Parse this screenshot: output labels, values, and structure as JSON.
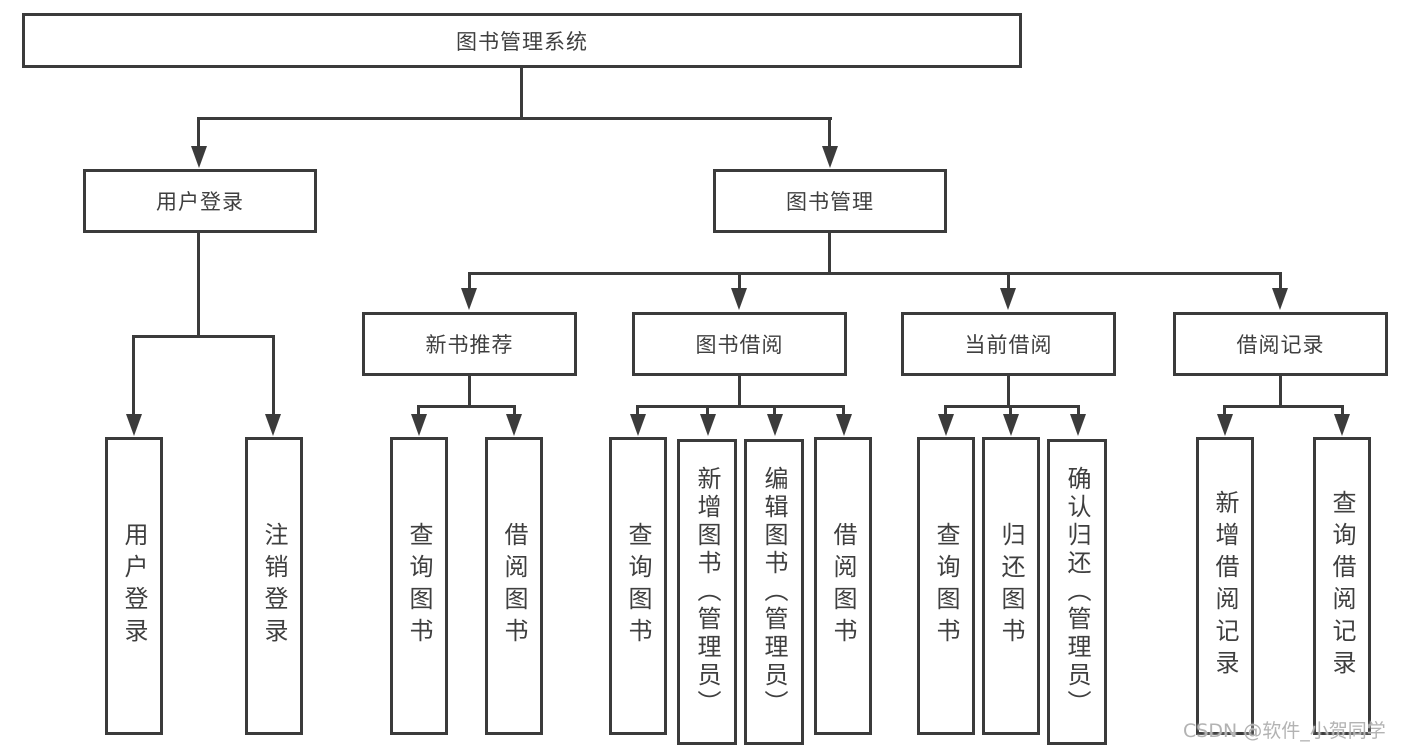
{
  "diagram": {
    "type": "tree",
    "line_color": "#3b3b3b",
    "box_background": "#ffffff",
    "text_color": "#3f3f3f",
    "watermark": "CSDN @软件_小贺同学",
    "tree": {
      "label": "图书管理系统",
      "children": [
        {
          "label": "用户登录",
          "children": [
            {
              "label": "用户登录"
            },
            {
              "label": "注销登录"
            }
          ]
        },
        {
          "label": "图书管理",
          "children": [
            {
              "label": "新书推荐",
              "children": [
                {
                  "label": "查询图书"
                },
                {
                  "label": "借阅图书"
                }
              ]
            },
            {
              "label": "图书借阅",
              "children": [
                {
                  "label": "查询图书"
                },
                {
                  "label": "新增图书（管理员）"
                },
                {
                  "label": "编辑图书（管理员）"
                },
                {
                  "label": "借阅图书"
                }
              ]
            },
            {
              "label": "当前借阅",
              "children": [
                {
                  "label": "查询图书"
                },
                {
                  "label": "归还图书"
                },
                {
                  "label": "确认归还（管理员）"
                }
              ]
            },
            {
              "label": "借阅记录",
              "children": [
                {
                  "label": "新增借阅记录"
                },
                {
                  "label": "查询借阅记录"
                }
              ]
            }
          ]
        }
      ]
    }
  }
}
